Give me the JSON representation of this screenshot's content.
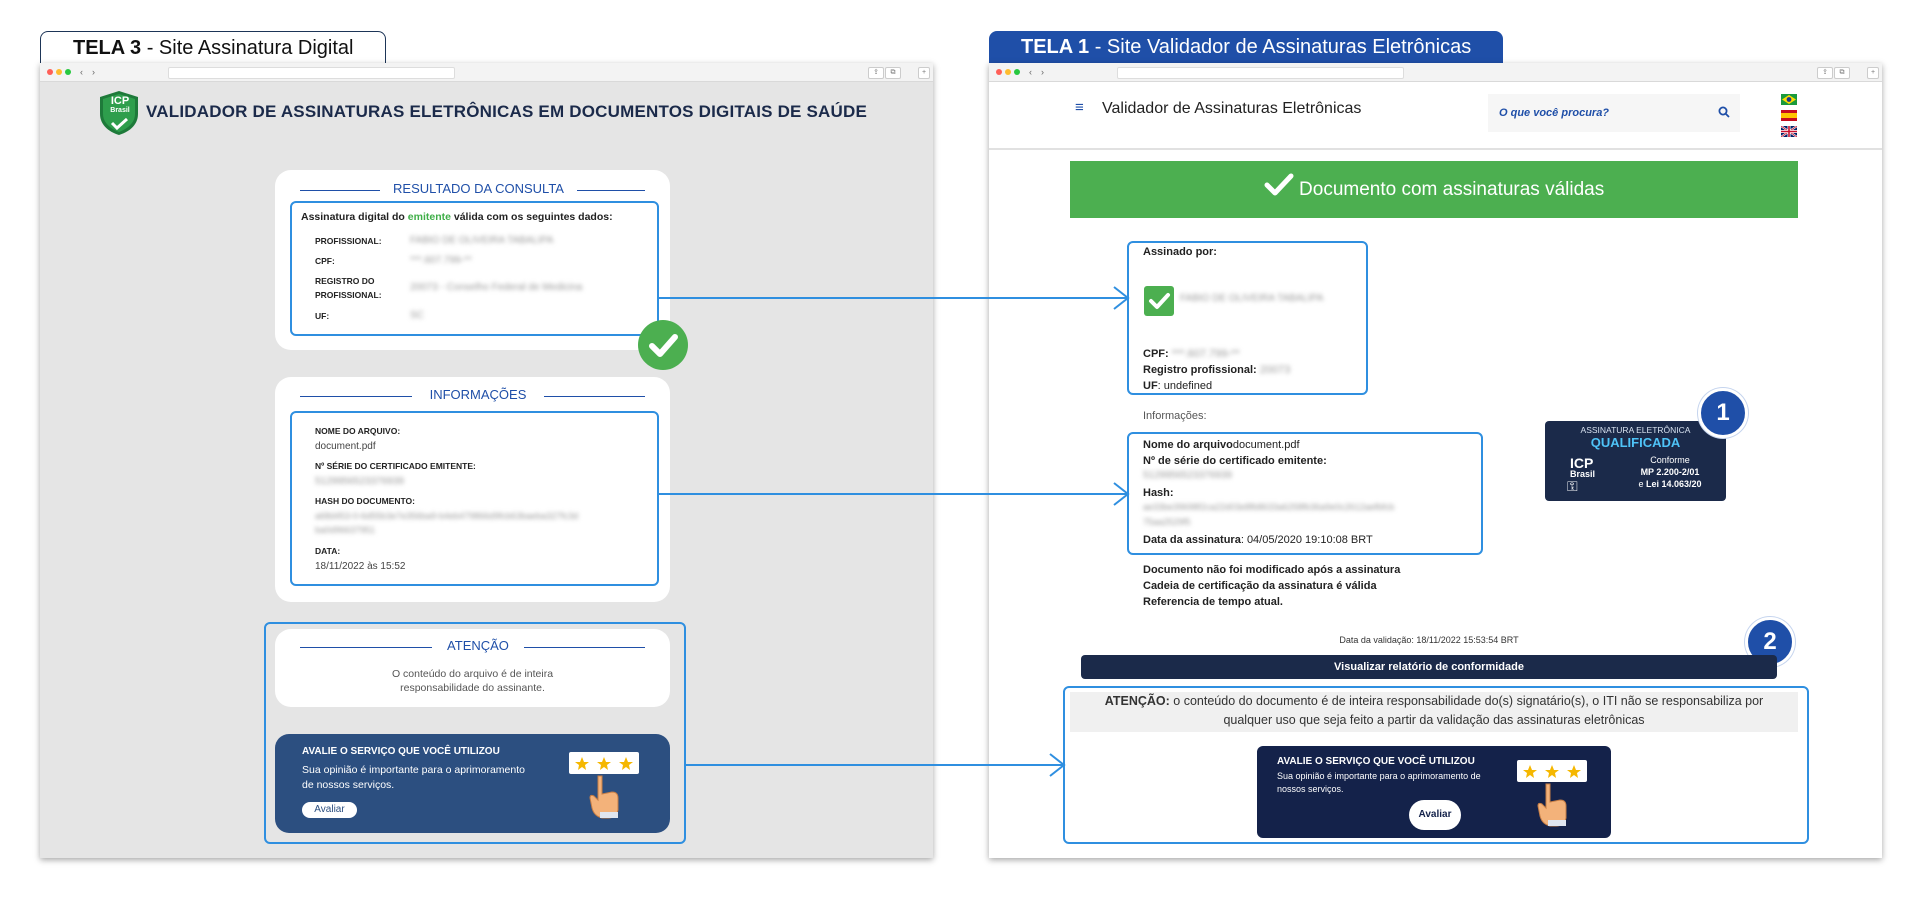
{
  "tabs": {
    "left": {
      "bold": "TELA 3",
      "rest": " - Site Assinatura Digital"
    },
    "right": {
      "bold": "TELA 1",
      "rest": " - Site Validador de Assinaturas Eletrônicas"
    }
  },
  "left": {
    "logo_text": {
      "line1": "ICP",
      "line2": "Brasil"
    },
    "page_title": "VALIDADOR DE ASSINATURAS ELETRÔNICAS EM DOCUMENTOS DIGITAIS DE SAÚDE",
    "result": {
      "section_title": "RESULTADO DA CONSULTA",
      "intro_pre": "Assinatura digital do ",
      "intro_highlight": "emitente",
      "intro_post": " válida com os seguintes dados:",
      "fields": [
        {
          "label": "PROFISSIONAL:",
          "value": "FABIO DE OLIVEIRA TABALIPA"
        },
        {
          "label": "CPF:",
          "value": "***.607.799-**"
        },
        {
          "label_line1": "REGISTRO DO",
          "label_line2": "PROFISSIONAL:",
          "value": "20073 - Conselho Federal de Medicina"
        },
        {
          "label": "UF:",
          "value": "SC"
        }
      ]
    },
    "info": {
      "section_title": "INFORMAÇÕES",
      "file_label": "NOME DO ARQUIVO:",
      "file_value": "document.pdf",
      "serial_label": "Nº SÉRIE DO CERTIFICADO EMITENTE:",
      "serial_value": "5129956523376939",
      "hash_label": "HASH DO DOCUMENTO:",
      "hash_line1": "a68d453-0-6d55b3e7e356ba9-b4eb479866d9fcb63baeba327fc3d",
      "hash_line2": "ba0d96637951",
      "date_label": "DATA:",
      "date_value": "18/11/2022 às 15:52"
    },
    "attention": {
      "section_title": "ATENÇÃO",
      "line1": "O conteúdo do arquivo é de inteira",
      "line2": "responsabilidade do assinante."
    },
    "rating": {
      "title": "AVALIE O SERVIÇO QUE VOCÊ UTILIZOU",
      "line1": "Sua opinião é importante para o aprimoramento",
      "line2": "de nossos serviços.",
      "button": "Avaliar"
    }
  },
  "right": {
    "menu_icon": "hamburger-icon",
    "site_title": "Validador de Assinaturas Eletrônicas",
    "search_placeholder": "O que você procura?",
    "banner": "Documento com assinaturas válidas",
    "signed": {
      "header": "Assinado por:",
      "name": "FABIO DE OLIVEIRA TABALIPA",
      "cpf_label": "CPF:",
      "cpf_value": "***.607.799-**",
      "reg_label": "Registro profissional:",
      "reg_value": "20073",
      "uf_label": "UF",
      "uf_value": ": undefined"
    },
    "info_label": "Informações:",
    "info": {
      "file_label": "Nome do arquivo",
      "file_value": "document.pdf",
      "serial_label": "Nº de série do certificado emitente:",
      "serial_value": "5129956523376939",
      "hash_label": "Hash:",
      "hash_line1": "ae33be39698f2ca22d03e8fb8633a6258fb36a9e0c2612aefbfcb",
      "hash_line2": "75aa2529f5",
      "date_label": "Data da assinatura",
      "date_value": ": 04/05/2020 19:10:08 BRT"
    },
    "status": [
      "Documento não foi modificado após a assinatura",
      "Cadeia de certificação da assinatura é válida",
      "Referencia de tempo atual."
    ],
    "badge": {
      "top": "ASSINATURA ELETRÔNICA",
      "main": "QUALIFICADA",
      "logo1": "ICP",
      "logo2": "Brasil",
      "c1": "Conforme",
      "c2": "MP 2.200-2/01",
      "c3_pre": "e ",
      "c3_bold": "Lei 14.063/20"
    },
    "num1": "1",
    "num2": "2",
    "validation_date": "Data da validação:  18/11/2022 15:53:54 BRT",
    "report_button": "Visualizar relatório de conformidade",
    "attention_bold": "ATENÇÃO:",
    "attention_line1": " o conteúdo do documento é de inteira responsabilidade do(s) signatário(s), o ITI não se responsabiliza por",
    "attention_line2": "qualquer uso que seja feito a partir da validação das assinaturas eletrônicas",
    "rating": {
      "title": "AVALIE O SERVIÇO QUE VOCÊ UTILIZOU",
      "line1": "Sua opinião é importante para o aprimoramento de",
      "line2": "nossos serviços.",
      "button": "Avaliar"
    }
  },
  "colors": {
    "green": "#4caf50",
    "blue": "#1f4fa8",
    "navy": "#1b2a4a",
    "box_blue": "#2f8fe0"
  }
}
